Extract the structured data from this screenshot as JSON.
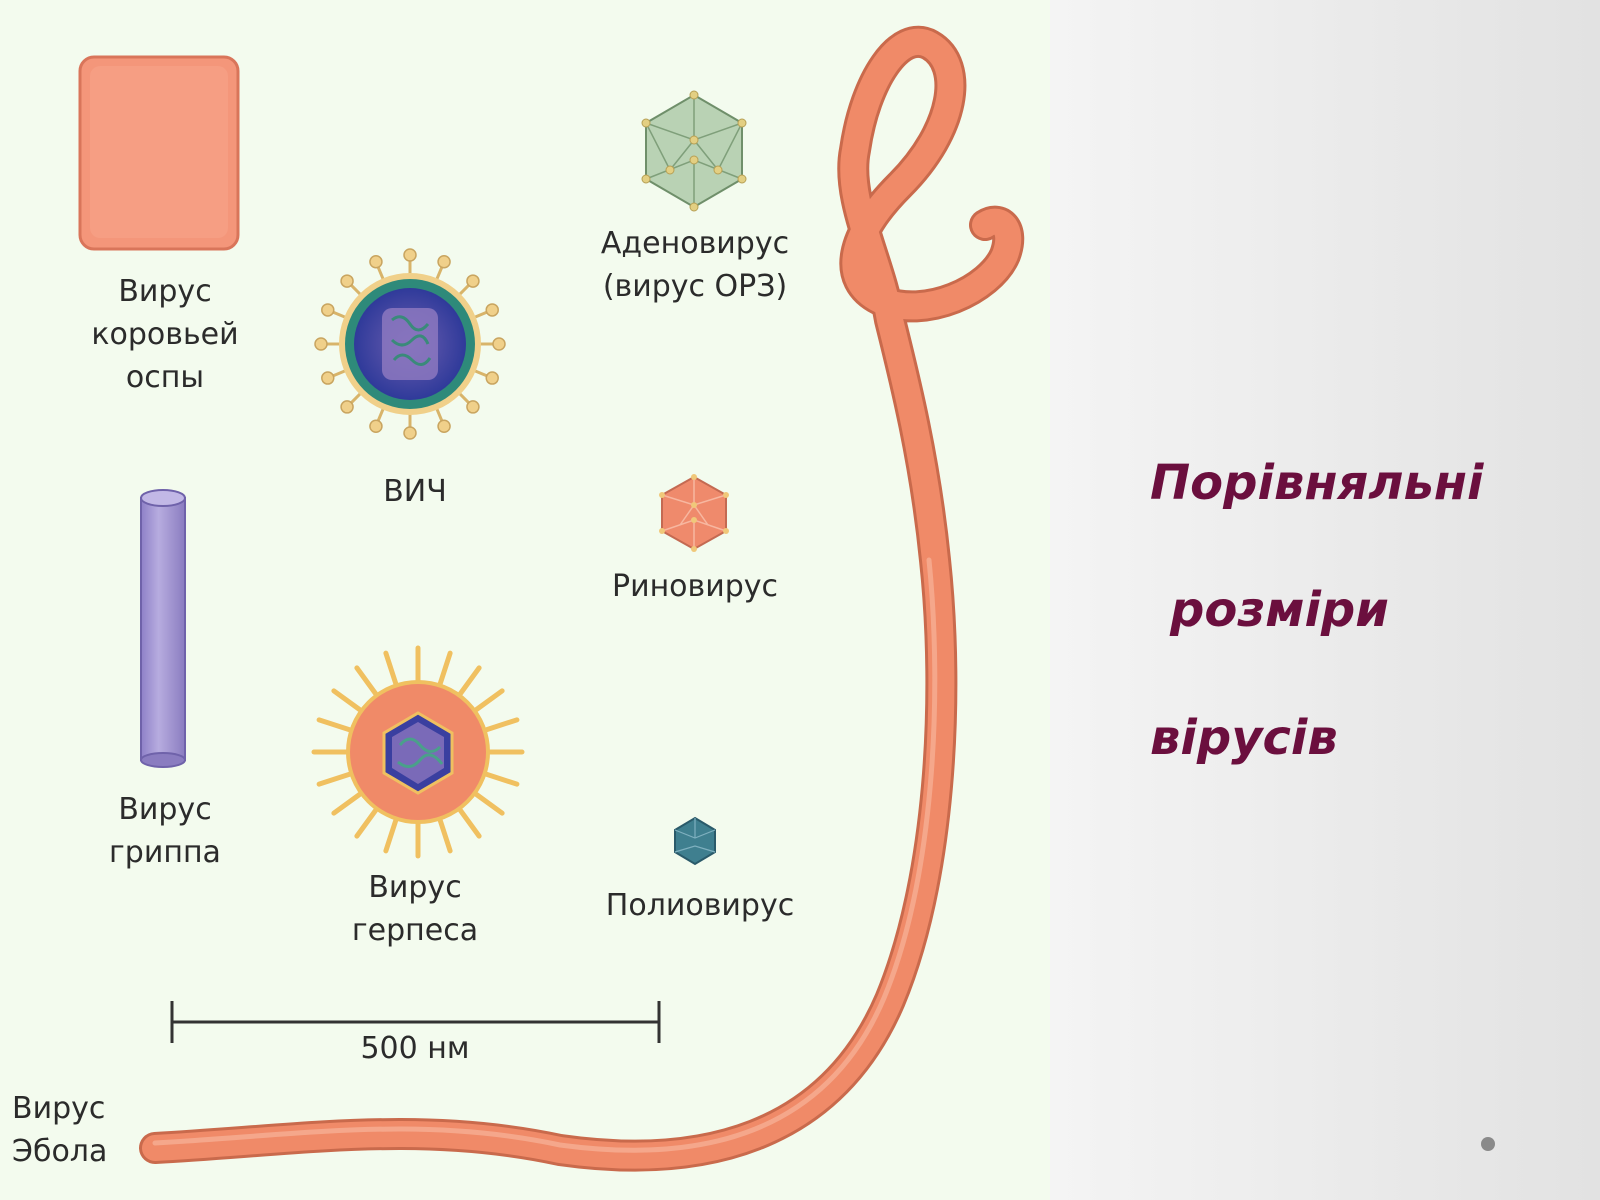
{
  "diagram": {
    "labels": {
      "vaccinia": [
        "Вирус",
        "коровьей",
        "оспы"
      ],
      "hiv": [
        "ВИЧ"
      ],
      "adenovirus": [
        "Аденовирус",
        "(вирус ОРЗ)"
      ],
      "rhinovirus": [
        "Риновирус"
      ],
      "influenza": [
        "Вирус",
        "гриппа"
      ],
      "herpes": [
        "Вирус",
        "герпеса"
      ],
      "poliovirus": [
        "Полиовирус"
      ],
      "ebola": [
        "Вирус",
        "Эбола"
      ]
    },
    "scale_bar": {
      "label": "500 нм"
    },
    "colors": {
      "figure_background": "#f3fbee",
      "ebola": "#f08a68",
      "vaccinia": "#f4967a",
      "influenza": "#a89bd6",
      "hiv_envelope": "#2e8a7a",
      "hiv_core": "#3a3fa0",
      "spikes": "#f0d08a",
      "adenovirus": "#b9d2b4",
      "rhinovirus": "#ef8a6c",
      "poliovirus": "#3f7f8f",
      "herpes_envelope": "#f08a68"
    }
  },
  "title": {
    "lines": [
      "Порівняльні",
      "розміри",
      "вірусів"
    ],
    "color": "#6b0f3e"
  }
}
